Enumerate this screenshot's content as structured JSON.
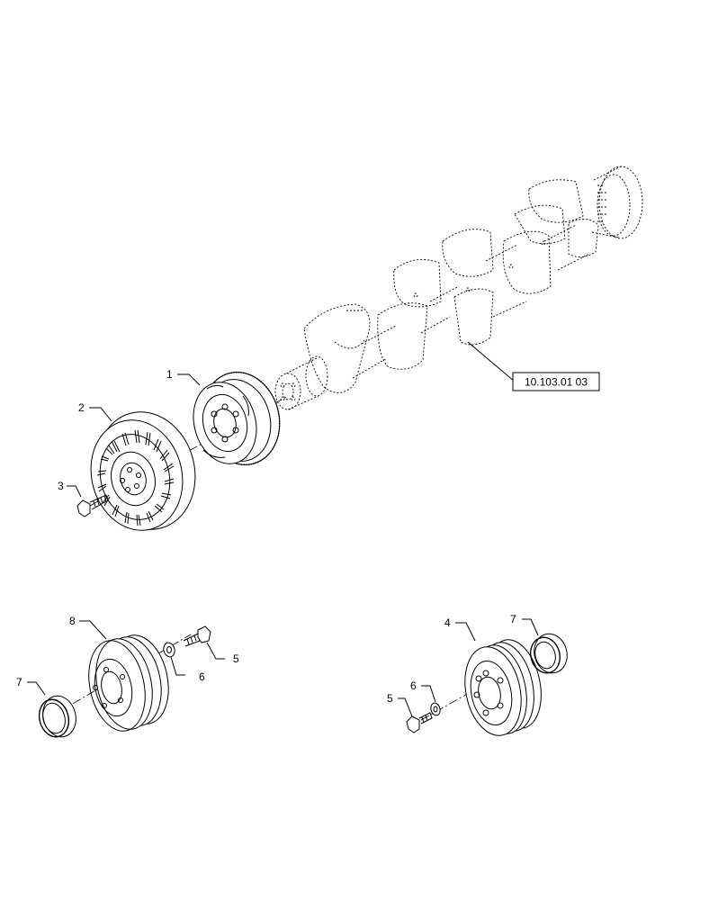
{
  "diagram": {
    "reference_label": "10.103.01 03",
    "callouts": [
      {
        "id": "c1",
        "text": "1"
      },
      {
        "id": "c2",
        "text": "2"
      },
      {
        "id": "c3",
        "text": "3"
      },
      {
        "id": "c4",
        "text": "4"
      },
      {
        "id": "c5a",
        "text": "5"
      },
      {
        "id": "c5b",
        "text": "5"
      },
      {
        "id": "c6a",
        "text": "6"
      },
      {
        "id": "c6b",
        "text": "6"
      },
      {
        "id": "c7a",
        "text": "7"
      },
      {
        "id": "c7b",
        "text": "7"
      },
      {
        "id": "c8",
        "text": "8"
      }
    ]
  }
}
